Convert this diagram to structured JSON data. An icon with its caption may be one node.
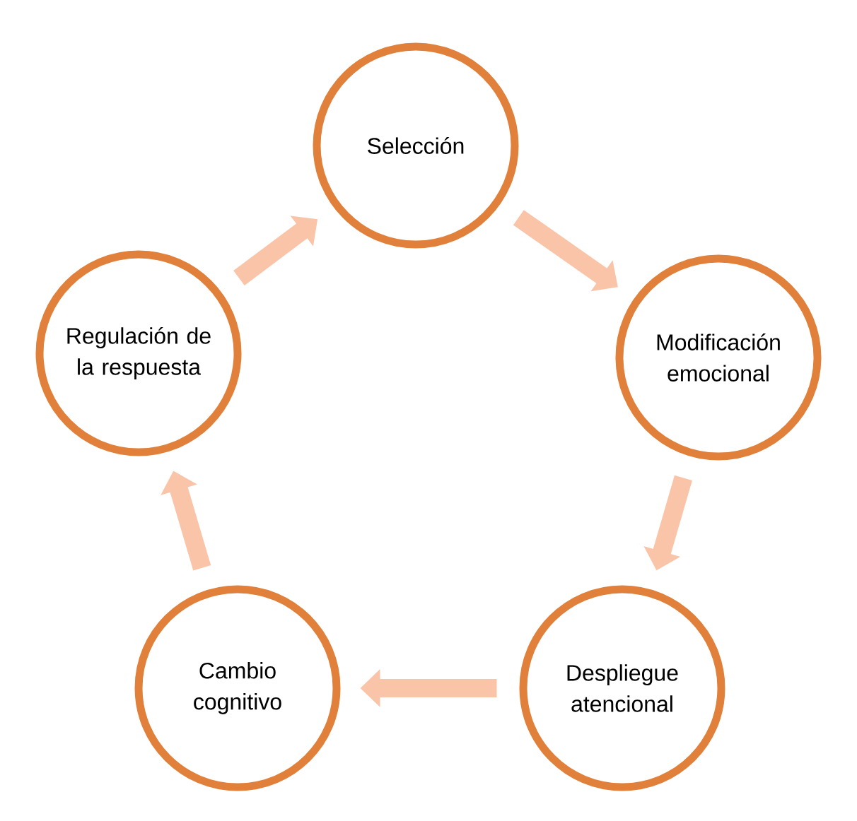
{
  "diagram": {
    "nodes": [
      {
        "text": [
          "Selección"
        ]
      },
      {
        "text": [
          "Modificación emocional"
        ]
      },
      {
        "text": [
          "Despliegue atencional"
        ]
      },
      {
        "text": [
          "Cambio cognitivo"
        ]
      },
      {
        "text": [
          "Regulación de la respuesta"
        ]
      }
    ],
    "edges": [
      {
        "from": 0,
        "to": 1,
        "arrow": "to"
      },
      {
        "from": 1,
        "to": 2,
        "arrow": "to"
      },
      {
        "from": 2,
        "to": 3,
        "arrow": "to"
      },
      {
        "from": 3,
        "to": 4,
        "arrow": "to"
      },
      {
        "from": 4,
        "to": 0,
        "arrow": "to"
      }
    ]
  }
}
